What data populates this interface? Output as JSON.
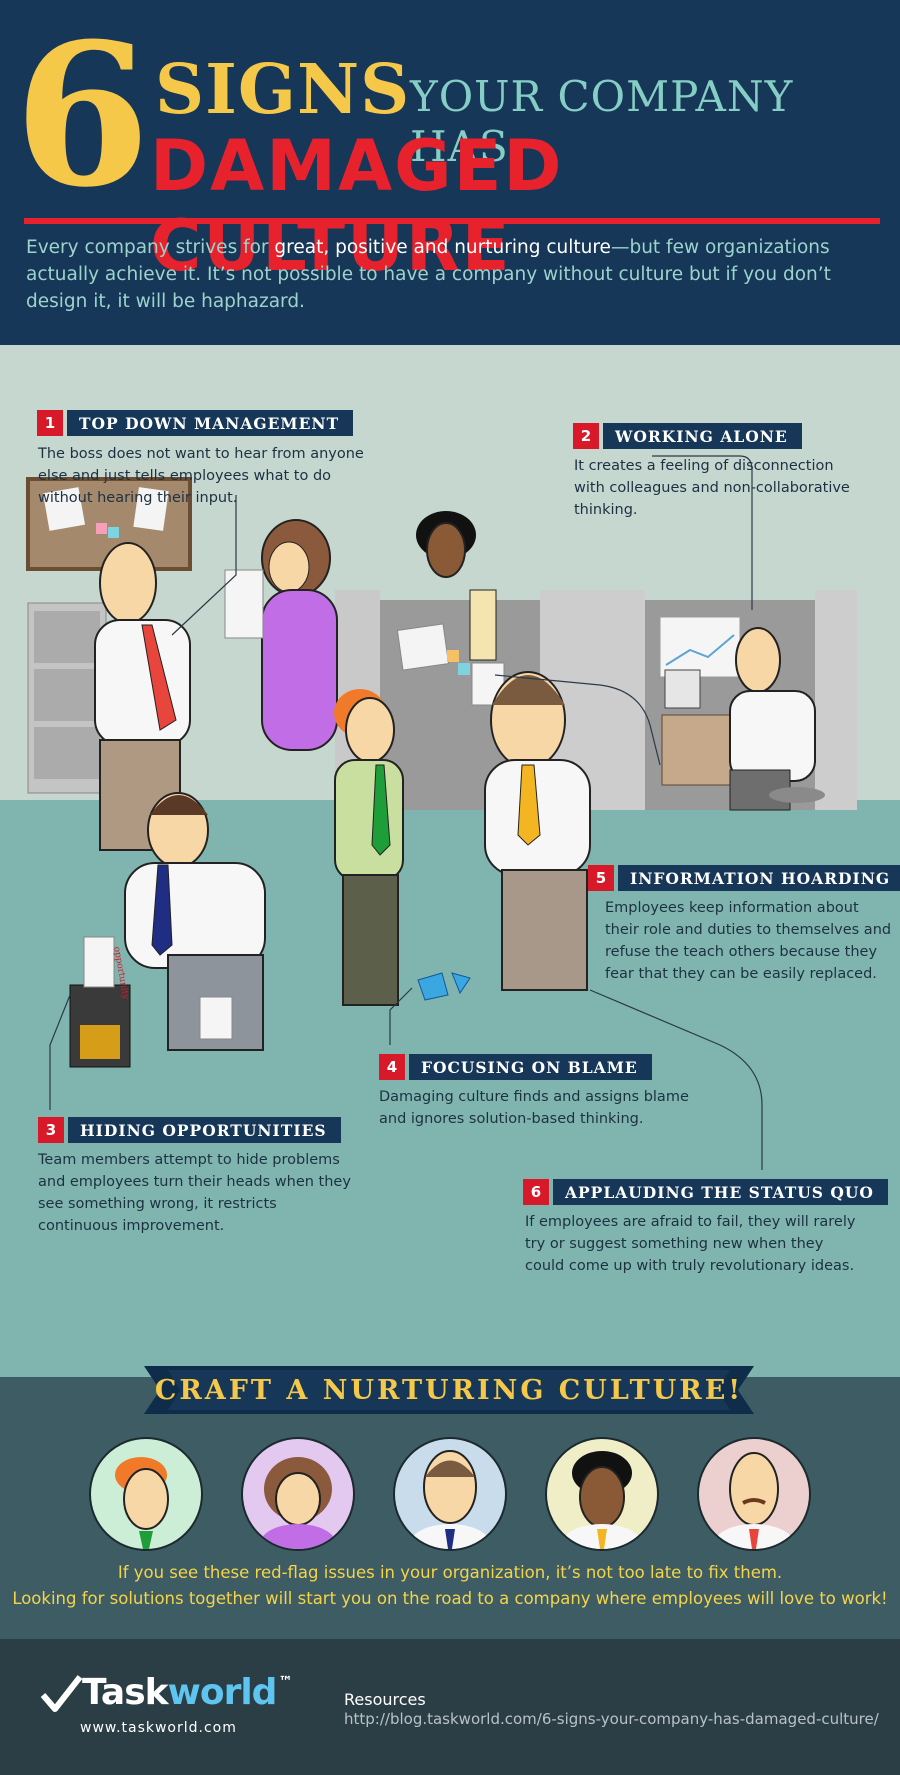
{
  "header": {
    "number": "6",
    "signs": "SIGNS",
    "your_company": "YOUR COMPANY HAS",
    "damaged_culture": "DAMAGED CULTURE",
    "intro_pre": "Every company strives for ",
    "intro_bold": "great, positive and nurturing culture",
    "intro_post": "—but few organizations actually achieve it. It’s not possible to have a company without culture but if you don’t design it, it will be haphazard."
  },
  "signs": [
    {
      "number": "1",
      "title": "TOP DOWN MANAGEMENT",
      "text": "The boss does not want to hear from anyone else and just tells employees what to do without hearing their input."
    },
    {
      "number": "2",
      "title": "WORKING ALONE",
      "text": "It creates a feeling of disconnection with colleagues and non-collaborative thinking."
    },
    {
      "number": "3",
      "title": "HIDING OPPORTUNITIES",
      "text": "Team members attempt to hide problems and  employees turn their heads when they see something wrong, it restricts continuous improvement."
    },
    {
      "number": "4",
      "title": "FOCUSING ON BLAME",
      "text": "Damaging culture finds and assigns blame and ignores solution-based thinking."
    },
    {
      "number": "5",
      "title": "INFORMATION HOARDING",
      "text": "Employees keep information about their role and duties to themselves and refuse the teach others because they fear that they can be easily replaced."
    },
    {
      "number": "6",
      "title": "APPLAUDING THE STATUS QUO",
      "text": "If employees are afraid to fail, they will rarely try or suggest something new when they could come up with truly revolutionary ideas."
    }
  ],
  "scene": {
    "shredder_paper_text": "opportunity"
  },
  "craft": {
    "banner": "CRAFT A NURTURING CULTURE!",
    "line1": "If you see these red-flag issues in your organization, it’s not too late to fix them.",
    "line2": "Looking for solutions together will start you on the road to a company where employees will love to work!"
  },
  "footer": {
    "logo_task": "Task",
    "logo_world": "world",
    "logo_tm": "™",
    "url": "www.taskworld.com",
    "resources_label": "Resources",
    "resources_link": "http://blog.taskworld.com/6-signs-your-company-has-damaged-culture/"
  },
  "colors": {
    "navy": "#163758",
    "yellow": "#f5c84a",
    "red": "#e8222d",
    "teal": "#7fb5ae",
    "wall": "#c6d7cf"
  }
}
